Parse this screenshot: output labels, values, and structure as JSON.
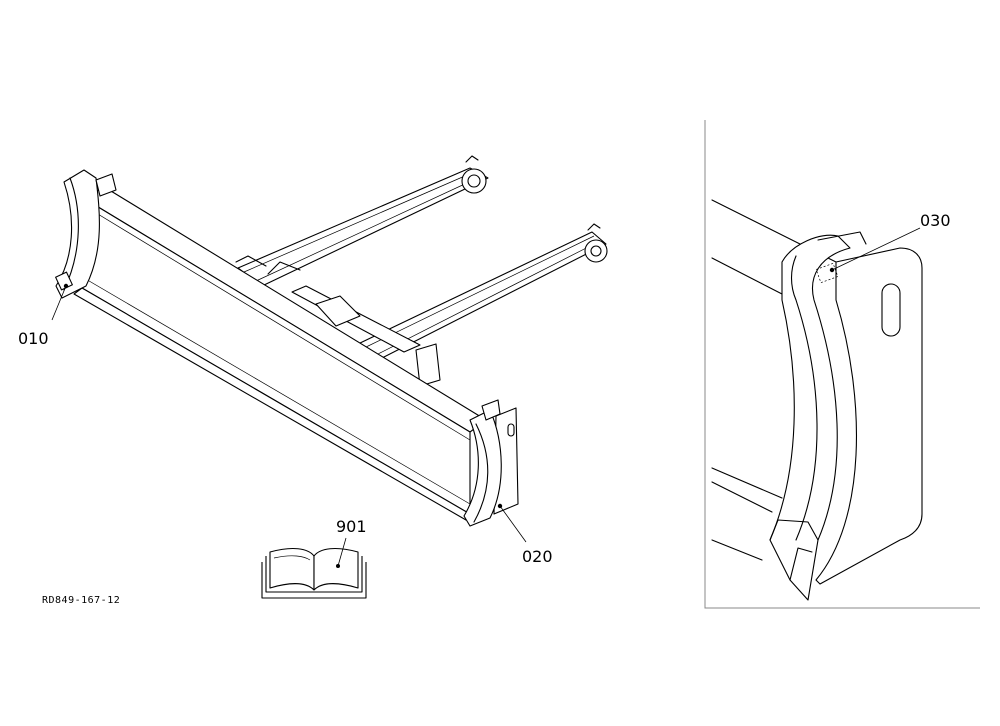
{
  "drawing_number": "RD849-167-12",
  "callouts": {
    "p010": "010",
    "p020": "020",
    "p030": "030",
    "p901": "901"
  },
  "icons": {
    "manual": "open-book-icon"
  },
  "colors": {
    "line": "#000000",
    "background": "#ffffff",
    "detail_frame": "#888888"
  }
}
